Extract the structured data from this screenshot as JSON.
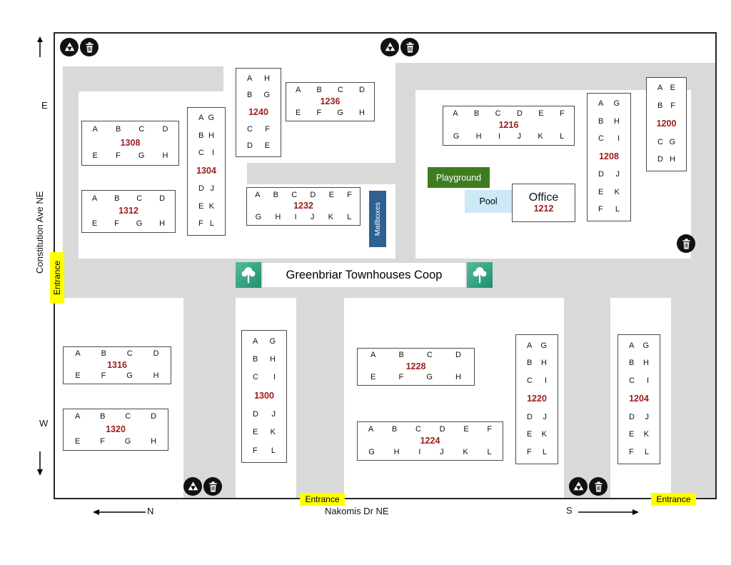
{
  "map": {
    "title": "Greenbriar Townhouses Coop",
    "street_left": "Constitution Ave NE",
    "street_bottom": "Nakomis Dr NE",
    "compass": {
      "east": "E",
      "west": "W",
      "north": "N",
      "south": "S"
    },
    "entrance_left": "Entrance",
    "entrance_bottom": "Entrance",
    "entrance_right": "Entrance",
    "playground": "Playground",
    "pool": "Pool",
    "office_label": "Office",
    "office_number": "1212",
    "mailboxes": "Mailboxes",
    "icons": {
      "recycle-icon": "♻",
      "trash-icon": "trash can",
      "tree-icon": "tree"
    },
    "colors": {
      "road": "#d9d9d9",
      "num": "#9e1b1b",
      "entrance": "#ffff00",
      "playground": "#3e7c1f",
      "pool": "#cde9f6",
      "mail": "#2e6093",
      "tree": "#1f8f6f"
    },
    "buildings": {
      "b1308": {
        "rows": [
          [
            "A",
            "B",
            "C",
            "D"
          ],
          "1308",
          [
            "E",
            "F",
            "G",
            "H"
          ]
        ]
      },
      "b1312": {
        "rows": [
          [
            "A",
            "B",
            "C",
            "D"
          ],
          "1312",
          [
            "E",
            "F",
            "G",
            "H"
          ]
        ]
      },
      "b1304": {
        "rows": [
          [
            "A",
            "G"
          ],
          [
            "B",
            "H"
          ],
          [
            "C",
            "I"
          ],
          "1304",
          [
            "D",
            "J"
          ],
          [
            "E",
            "K"
          ],
          [
            "F",
            "L"
          ]
        ]
      },
      "b1240": {
        "rows": [
          [
            "A",
            "H"
          ],
          [
            "B",
            "G"
          ],
          "1240",
          [
            "C",
            "F"
          ],
          [
            "D",
            "E"
          ]
        ]
      },
      "b1236": {
        "rows": [
          [
            "A",
            "B",
            "C",
            "D"
          ],
          "1236",
          [
            "E",
            "F",
            "G",
            "H"
          ]
        ]
      },
      "b1232": {
        "rows": [
          [
            "A",
            "B",
            "C",
            "D",
            "E",
            "F"
          ],
          "1232",
          [
            "G",
            "H",
            "I",
            "J",
            "K",
            "L"
          ]
        ]
      },
      "b1216": {
        "rows": [
          [
            "A",
            "B",
            "C",
            "D",
            "E",
            "F"
          ],
          "1216",
          [
            "G",
            "H",
            "I",
            "J",
            "K",
            "L"
          ]
        ]
      },
      "b1208": {
        "rows": [
          [
            "A",
            "G"
          ],
          [
            "B",
            "H"
          ],
          [
            "C",
            "I"
          ],
          "1208",
          [
            "D",
            "J"
          ],
          [
            "E",
            "K"
          ],
          [
            "F",
            "L"
          ]
        ]
      },
      "b1200": {
        "rows": [
          [
            "A",
            "E"
          ],
          [
            "B",
            "F"
          ],
          "1200",
          [
            "C",
            "G"
          ],
          [
            "D",
            "H"
          ]
        ]
      },
      "b1316": {
        "rows": [
          [
            "A",
            "B",
            "C",
            "D"
          ],
          "1316",
          [
            "E",
            "F",
            "G",
            "H"
          ]
        ]
      },
      "b1320": {
        "rows": [
          [
            "A",
            "B",
            "C",
            "D"
          ],
          "1320",
          [
            "E",
            "F",
            "G",
            "H"
          ]
        ]
      },
      "b1300": {
        "rows": [
          [
            "A",
            "G"
          ],
          [
            "B",
            "H"
          ],
          [
            "C",
            "I"
          ],
          "1300",
          [
            "D",
            "J"
          ],
          [
            "E",
            "K"
          ],
          [
            "F",
            "L"
          ]
        ]
      },
      "b1228": {
        "rows": [
          [
            "A",
            "B",
            "C",
            "D"
          ],
          "1228",
          [
            "E",
            "F",
            "G",
            "H"
          ]
        ]
      },
      "b1224": {
        "rows": [
          [
            "A",
            "B",
            "C",
            "D",
            "E",
            "F"
          ],
          "1224",
          [
            "G",
            "H",
            "I",
            "J",
            "K",
            "L"
          ]
        ]
      },
      "b1220": {
        "rows": [
          [
            "A",
            "G"
          ],
          [
            "B",
            "H"
          ],
          [
            "C",
            "I"
          ],
          "1220",
          [
            "D",
            "J"
          ],
          [
            "E",
            "K"
          ],
          [
            "F",
            "L"
          ]
        ]
      },
      "b1204": {
        "rows": [
          [
            "A",
            "G"
          ],
          [
            "B",
            "H"
          ],
          [
            "C",
            "I"
          ],
          "1204",
          [
            "D",
            "J"
          ],
          [
            "E",
            "K"
          ],
          [
            "F",
            "L"
          ]
        ]
      }
    }
  }
}
